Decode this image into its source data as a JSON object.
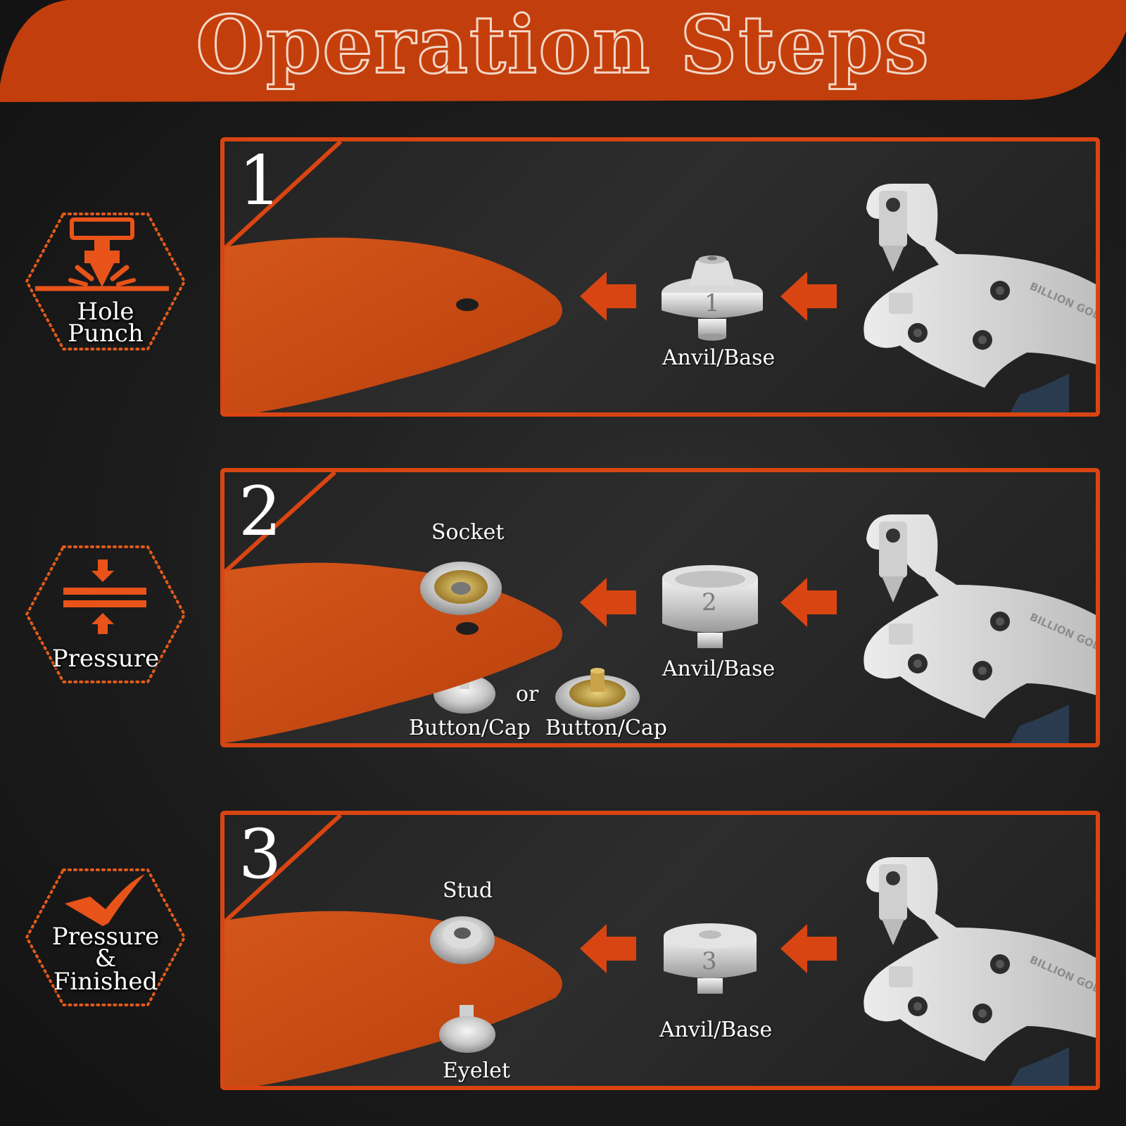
{
  "header": {
    "title": "Operation Steps"
  },
  "colors": {
    "accent": "#d94512",
    "leather": "#c94811",
    "background": "#1e1e1e",
    "text": "#ffffff"
  },
  "steps": [
    {
      "number": "1",
      "side_icon": "hole-punch-icon",
      "side_label": "Hole Punch",
      "side_lines": [
        "Hole",
        "Punch"
      ],
      "labels": {
        "anvil": "Anvil/Base"
      },
      "anvil_number": "1",
      "brand": "BILLION GOLD"
    },
    {
      "number": "2",
      "side_icon": "pressure-icon",
      "side_label": "Pressure",
      "labels": {
        "socket": "Socket",
        "anvil": "Anvil/Base",
        "or": "or",
        "cap_left": "Button/Cap",
        "cap_right": "Button/Cap"
      },
      "anvil_number": "2",
      "brand": "BILLION GOLD"
    },
    {
      "number": "3",
      "side_icon": "checkmark-icon",
      "side_label": "Pressure & Finished",
      "side_lines": [
        "Pressure",
        "&",
        "Finished"
      ],
      "labels": {
        "stud": "Stud",
        "eyelet": "Eyelet",
        "anvil": "Anvil/Base"
      },
      "anvil_number": "3",
      "brand": "BILLION GOLD"
    }
  ]
}
